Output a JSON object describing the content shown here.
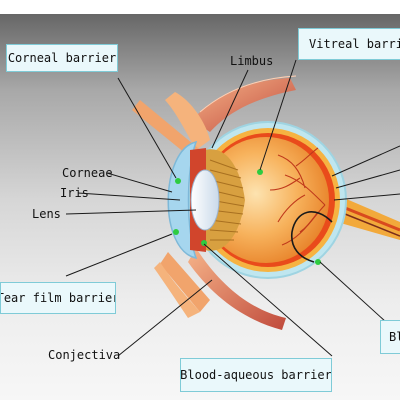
{
  "labels": {
    "corneal_barrier": "Corneal barrier",
    "vitreal_barrier": "Vitreal barrier",
    "limbus": "Limbus",
    "corneae": "Corneae",
    "iris": "Iris",
    "lens": "Lens",
    "tear_film_barrier": "Tear film barrier",
    "conjectiva": "Conjectiva",
    "blood_aqueous_barrier": "Blood-aqueous barrier",
    "bl_partial": "Bl"
  },
  "colors": {
    "box_bg": "#eaf8fb",
    "box_border": "#7fcbd7",
    "marker": "#2ecc40",
    "sclera": "#f5a247",
    "retina": "#e94b1b",
    "muscle": "#b5403a"
  }
}
